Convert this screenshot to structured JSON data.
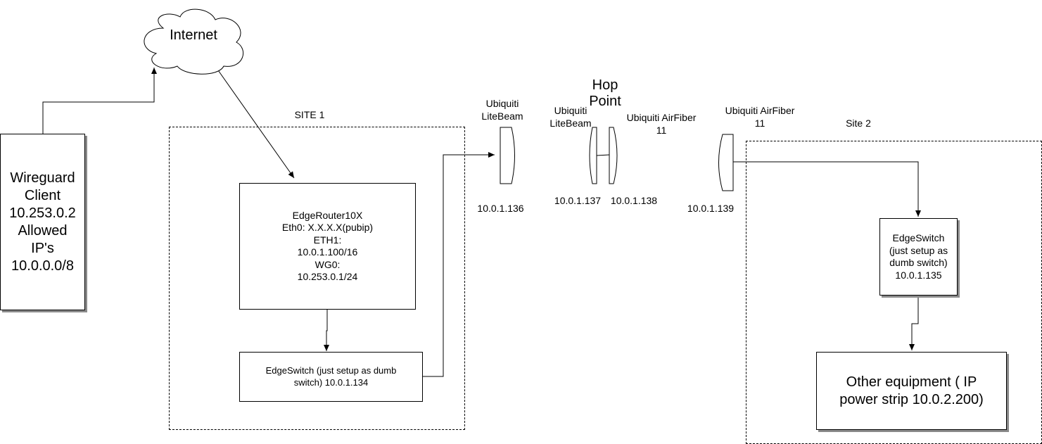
{
  "cloud": {
    "label": "Internet"
  },
  "client": {
    "label": "Wireguard\nClient\n10.253.0.2\nAllowed\nIP's\n10.0.0.0/8"
  },
  "site1": {
    "label": "SITE 1",
    "router": {
      "label": "EdgeRouter10X\nEth0: X.X.X.X(pubip)\nETH1:\n10.0.1.100/16\nWG0:\n10.253.0.1/24"
    },
    "switch": {
      "label": "EdgeSwitch (just setup as dumb\nswitch) 10.0.1.134"
    }
  },
  "site2": {
    "label": "Site 2",
    "switch": {
      "label": "EdgeSwitch\n(just setup as\ndumb switch)\n10.0.1.135"
    },
    "equipment": {
      "label": "Other equipment ( IP\npower strip 10.0.2.200)"
    }
  },
  "hop": {
    "label": "Hop\nPoint"
  },
  "devices": [
    {
      "name": "Ubiquiti\nLiteBeam",
      "ip": "10.0.1.136"
    },
    {
      "name": "Ubiquiti\nLiteBeam",
      "ip": "10.0.1.137"
    },
    {
      "name": "Ubiquiti AirFiber\n11",
      "ip": "10.0.1.138"
    },
    {
      "name": "Ubiquiti AirFiber\n11",
      "ip": "10.0.1.139"
    }
  ]
}
